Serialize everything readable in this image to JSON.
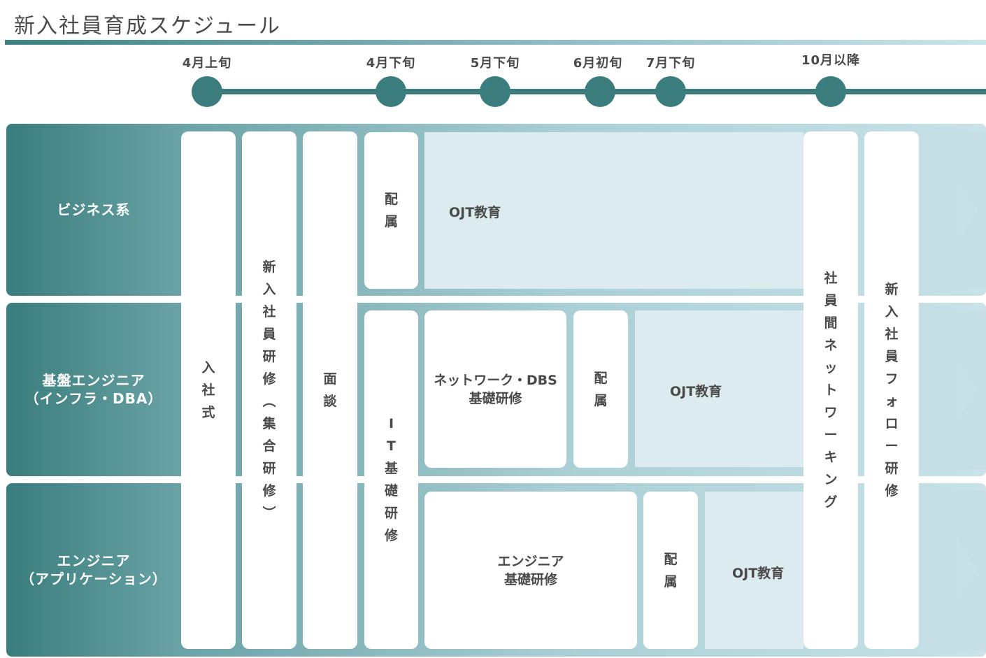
{
  "title": "新入社員育成スケジュール",
  "timeline": {
    "apr_early": "4月上旬",
    "apr_late": "4月下旬",
    "may_late": "5月下旬",
    "jun_early": "6月初旬",
    "jul_late": "7月下旬",
    "oct_after": "10月以降"
  },
  "lanes": {
    "business": "ビジネス系",
    "infra_line1": "基盤エンジニア",
    "infra_line2": "（インフラ・DBA）",
    "app_line1": "エンジニア",
    "app_line2": "（アプリケーション）"
  },
  "columns": {
    "nyusha": [
      "入",
      "社",
      "式"
    ],
    "kenshu": [
      "新",
      "入",
      "社",
      "員",
      "研",
      "修",
      "︵",
      "集",
      "合",
      "研",
      "修",
      "︶"
    ],
    "mendan": [
      "面",
      "談"
    ],
    "it_kiso": [
      "I",
      "T",
      "基",
      "礎",
      "研",
      "修"
    ],
    "network": [
      "社",
      "員",
      "間",
      "ネ",
      "ッ",
      "ト",
      "ワ",
      "ー",
      "キ",
      "ン",
      "グ"
    ],
    "follow": [
      "新",
      "入",
      "社",
      "員",
      "フ",
      "ォ",
      "ロ",
      "ー",
      "研",
      "修"
    ]
  },
  "haizoku": [
    "配",
    "属"
  ],
  "ojt": "OJT教育",
  "network_dbs": [
    "ネットワーク・DBS",
    "基礎研修"
  ],
  "engineer_kiso": [
    "エンジニア",
    "基礎研修"
  ],
  "colors": {
    "accent": "#3a7d7c",
    "light": "#dcebf0"
  }
}
